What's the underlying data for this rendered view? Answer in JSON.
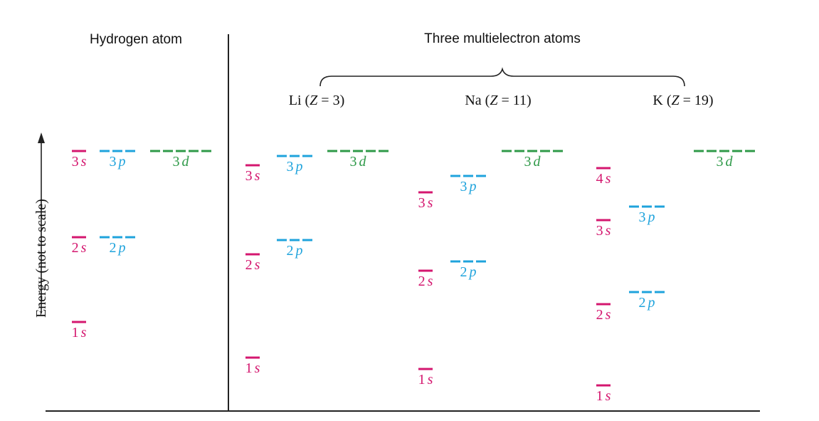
{
  "titles": {
    "hydrogen": "Hydrogen atom",
    "multi": "Three multielectron atoms"
  },
  "y_axis_label": "Energy (not to scale)",
  "colors": {
    "s": "#d4176f",
    "p": "#1fa3dc",
    "d": "#2f9a49",
    "line": "#222222"
  },
  "atoms": [
    {
      "id": "hydrogen",
      "levels": [
        {
          "n": "3",
          "l": "s",
          "orbitals": 1,
          "energy": 212
        },
        {
          "n": "3",
          "l": "p",
          "orbitals": 3,
          "energy": 212
        },
        {
          "n": "3",
          "l": "d",
          "orbitals": 5,
          "energy": 212
        },
        {
          "n": "2",
          "l": "s",
          "orbitals": 1,
          "energy": 333
        },
        {
          "n": "2",
          "l": "p",
          "orbitals": 3,
          "energy": 333
        },
        {
          "n": "1",
          "l": "s",
          "orbitals": 1,
          "energy": 452
        }
      ]
    },
    {
      "id": "li",
      "name": "Li",
      "z": "3",
      "levels": [
        {
          "n": "3",
          "l": "d",
          "orbitals": 5,
          "energy": 212
        },
        {
          "n": "3",
          "l": "p",
          "orbitals": 3,
          "energy": 219
        },
        {
          "n": "3",
          "l": "s",
          "orbitals": 1,
          "energy": 232
        },
        {
          "n": "2",
          "l": "p",
          "orbitals": 3,
          "energy": 337
        },
        {
          "n": "2",
          "l": "s",
          "orbitals": 1,
          "energy": 357
        },
        {
          "n": "1",
          "l": "s",
          "orbitals": 1,
          "energy": 502
        }
      ]
    },
    {
      "id": "na",
      "name": "Na",
      "z": "11",
      "levels": [
        {
          "n": "3",
          "l": "d",
          "orbitals": 5,
          "energy": 212
        },
        {
          "n": "3",
          "l": "p",
          "orbitals": 3,
          "energy": 247
        },
        {
          "n": "3",
          "l": "s",
          "orbitals": 1,
          "energy": 270
        },
        {
          "n": "2",
          "l": "p",
          "orbitals": 3,
          "energy": 367
        },
        {
          "n": "2",
          "l": "s",
          "orbitals": 1,
          "energy": 380
        },
        {
          "n": "1",
          "l": "s",
          "orbitals": 1,
          "energy": 518
        }
      ]
    },
    {
      "id": "k",
      "name": "K",
      "z": "19",
      "levels": [
        {
          "n": "3",
          "l": "d",
          "orbitals": 5,
          "energy": 212
        },
        {
          "n": "4",
          "l": "s",
          "orbitals": 1,
          "energy": 236
        },
        {
          "n": "3",
          "l": "p",
          "orbitals": 3,
          "energy": 290
        },
        {
          "n": "3",
          "l": "s",
          "orbitals": 1,
          "energy": 309
        },
        {
          "n": "2",
          "l": "p",
          "orbitals": 3,
          "energy": 410
        },
        {
          "n": "2",
          "l": "s",
          "orbitals": 1,
          "energy": 427
        },
        {
          "n": "1",
          "l": "s",
          "orbitals": 1,
          "energy": 541
        }
      ]
    }
  ]
}
